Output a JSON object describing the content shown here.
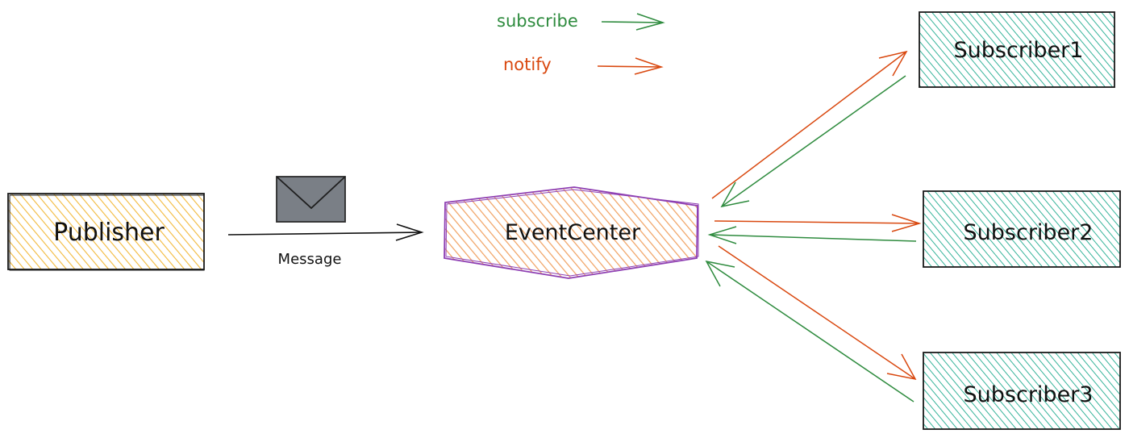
{
  "legend": {
    "subscribe_label": "subscribe",
    "notify_label": "notify"
  },
  "nodes": {
    "publisher": "Publisher",
    "event_center": "EventCenter",
    "subscriber1": "Subscriber1",
    "subscriber2": "Subscriber2",
    "subscriber3": "Subscriber3"
  },
  "edges": {
    "message_label": "Message",
    "message_icon": "envelope-icon"
  },
  "colors": {
    "subscribe": "#2e8b3e",
    "notify": "#d9480f",
    "publisher_fill": "#f2b93b",
    "publisher_stroke": "#1a1a1a",
    "event_center_fill": "#f0a060",
    "event_center_stroke": "#8e3fb3",
    "subscriber_fill": "#36b39a",
    "subscriber_stroke": "#1a1a1a",
    "envelope_fill": "#7a7f86"
  }
}
